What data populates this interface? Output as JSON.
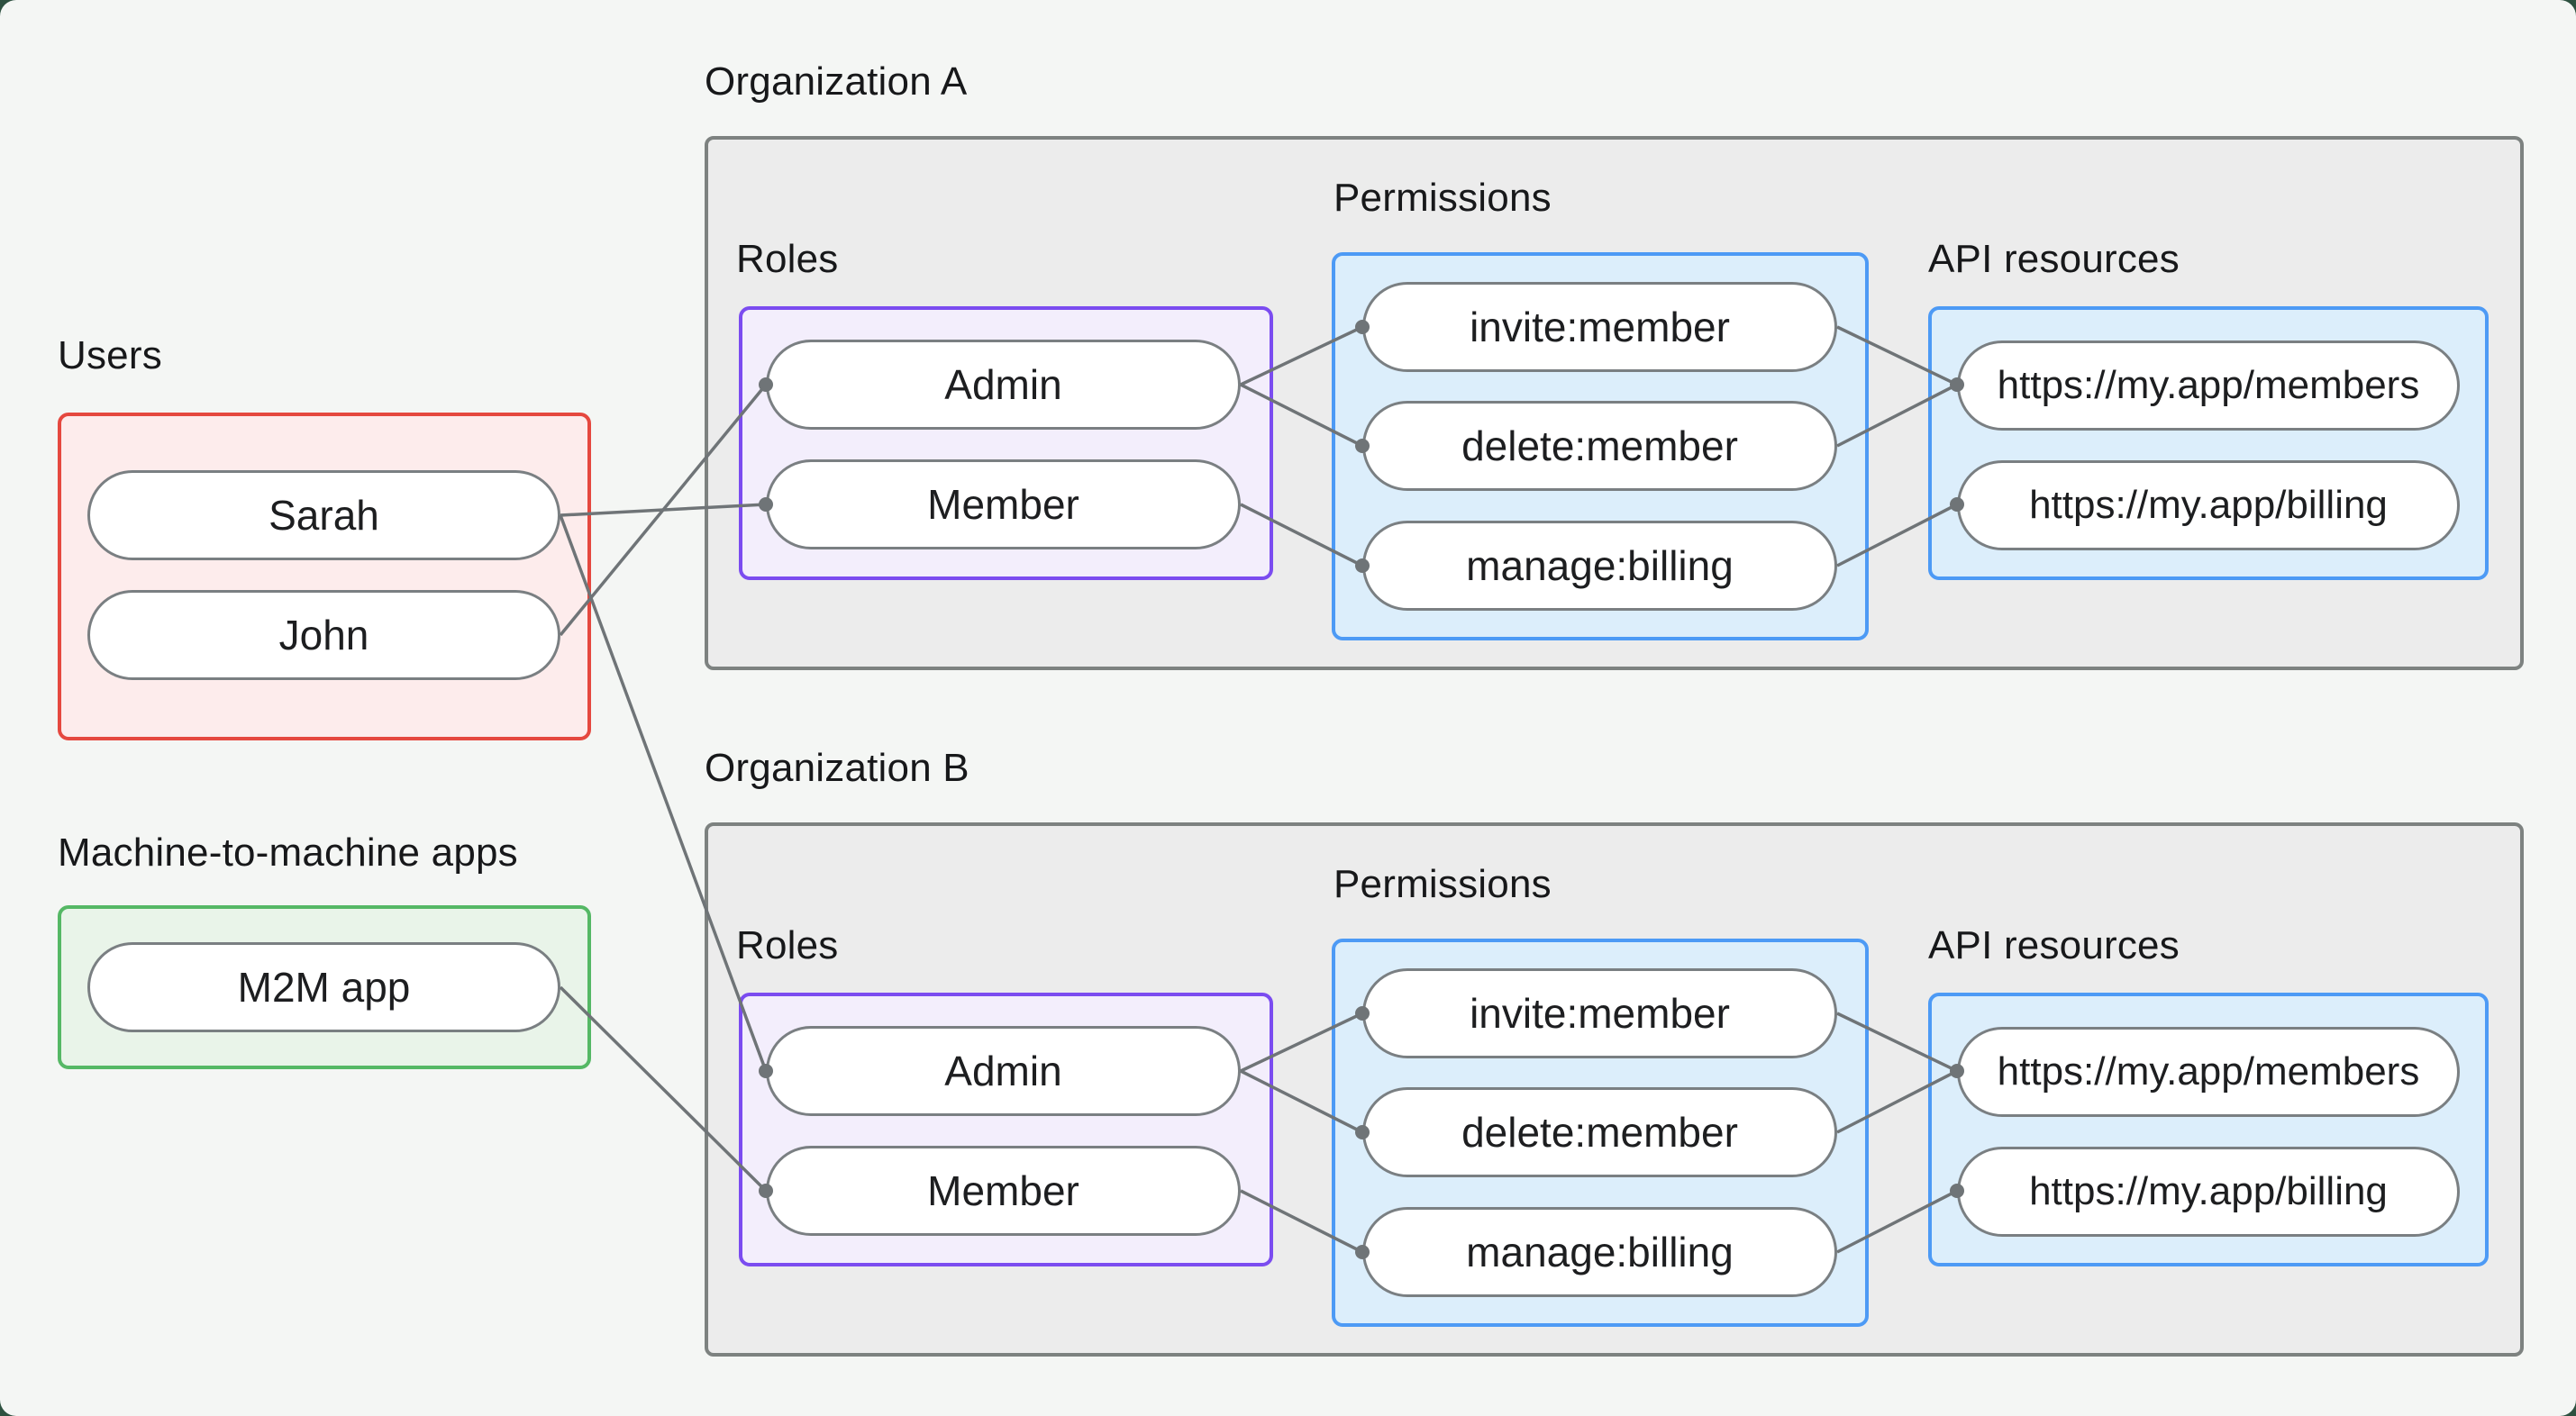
{
  "canvas": {
    "background": "#f4f6f4",
    "page_background": "#2e5140",
    "edge_color": "#6f7477",
    "container_border": "#7d8280",
    "container_fill": "#ececec"
  },
  "groups": {
    "users": {
      "label": "Users",
      "accent": "#e5483f",
      "fill": "#fdecec",
      "nodes": [
        "Sarah",
        "John"
      ]
    },
    "m2m": {
      "label": "Machine-to-machine apps",
      "accent": "#55b865",
      "fill": "#e9f4e9",
      "nodes": [
        "M2M app"
      ]
    }
  },
  "organizations": [
    {
      "label": "Organization A",
      "roles": {
        "label": "Roles",
        "accent": "#7b4cf0",
        "fill": "#f3eefc",
        "nodes": [
          "Admin",
          "Member"
        ]
      },
      "permissions": {
        "label": "Permissions",
        "accent": "#4d9af5",
        "fill": "#dceefb",
        "nodes": [
          "invite:member",
          "delete:member",
          "manage:billing"
        ]
      },
      "api_resources": {
        "label": "API resources",
        "accent": "#4d9af5",
        "fill": "#dceefb",
        "nodes": [
          "https://my.app/members",
          "https://my.app/billing"
        ]
      }
    },
    {
      "label": "Organization B",
      "roles": {
        "label": "Roles",
        "accent": "#7b4cf0",
        "fill": "#f3eefc",
        "nodes": [
          "Admin",
          "Member"
        ]
      },
      "permissions": {
        "label": "Permissions",
        "accent": "#4d9af5",
        "fill": "#dceefb",
        "nodes": [
          "invite:member",
          "delete:member",
          "manage:billing"
        ]
      },
      "api_resources": {
        "label": "API resources",
        "accent": "#4d9af5",
        "fill": "#dceefb",
        "nodes": [
          "https://my.app/members",
          "https://my.app/billing"
        ]
      }
    }
  ],
  "connections": [
    {
      "from": "Sarah",
      "to": "Member",
      "org": "Organization A"
    },
    {
      "from": "John",
      "to": "Admin",
      "org": "Organization A"
    },
    {
      "from": "Sarah",
      "to": "Admin",
      "org": "Organization B"
    },
    {
      "from": "M2M app",
      "to": "Member",
      "org": "Organization B"
    },
    {
      "from": "Admin",
      "to": "invite:member",
      "org": "Organization A"
    },
    {
      "from": "Admin",
      "to": "delete:member",
      "org": "Organization A"
    },
    {
      "from": "Member",
      "to": "manage:billing",
      "org": "Organization A"
    },
    {
      "from": "invite:member",
      "to": "https://my.app/members",
      "org": "Organization A"
    },
    {
      "from": "delete:member",
      "to": "https://my.app/members",
      "org": "Organization A"
    },
    {
      "from": "manage:billing",
      "to": "https://my.app/billing",
      "org": "Organization A"
    },
    {
      "from": "Admin",
      "to": "invite:member",
      "org": "Organization B"
    },
    {
      "from": "Admin",
      "to": "delete:member",
      "org": "Organization B"
    },
    {
      "from": "Member",
      "to": "manage:billing",
      "org": "Organization B"
    },
    {
      "from": "invite:member",
      "to": "https://my.app/members",
      "org": "Organization B"
    },
    {
      "from": "delete:member",
      "to": "https://my.app/members",
      "org": "Organization B"
    },
    {
      "from": "manage:billing",
      "to": "https://my.app/billing",
      "org": "Organization B"
    }
  ]
}
